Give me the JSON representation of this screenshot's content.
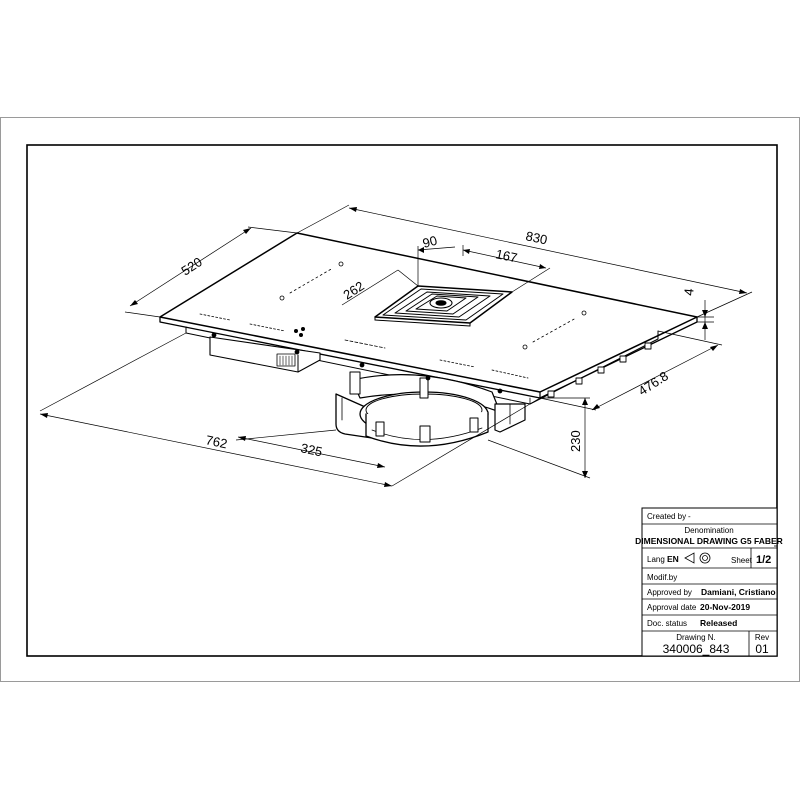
{
  "dimensions": {
    "width": "830",
    "depth": "520",
    "vent_width": "90",
    "vent_offset": "167",
    "vent_depth": "262",
    "thickness": "4",
    "cutout_depth": "476.8",
    "cutout_width": "762",
    "motor_offset": "325",
    "height": "230"
  },
  "title_block": {
    "created_by_label": "Created by",
    "created_by_value": "-",
    "denomination_label": "Denomination",
    "denomination_value": "DIMENSIONAL DRAWING G5 FABER",
    "lang_label": "Lang",
    "lang_value": "EN",
    "sheet_label": "Sheet",
    "sheet_value": "1/2",
    "modif_label": "Modif.by",
    "modif_value": "",
    "approved_label": "Approved by",
    "approved_value": "Damiani, Cristiano",
    "approval_date_label": "Approval date",
    "approval_date_value": "20-Nov-2019",
    "doc_status_label": "Doc. status",
    "doc_status_value": "Released",
    "drawing_no_label": "Drawing N.",
    "drawing_no_value": "340006_843",
    "rev_label": "Rev",
    "rev_value": "01"
  }
}
